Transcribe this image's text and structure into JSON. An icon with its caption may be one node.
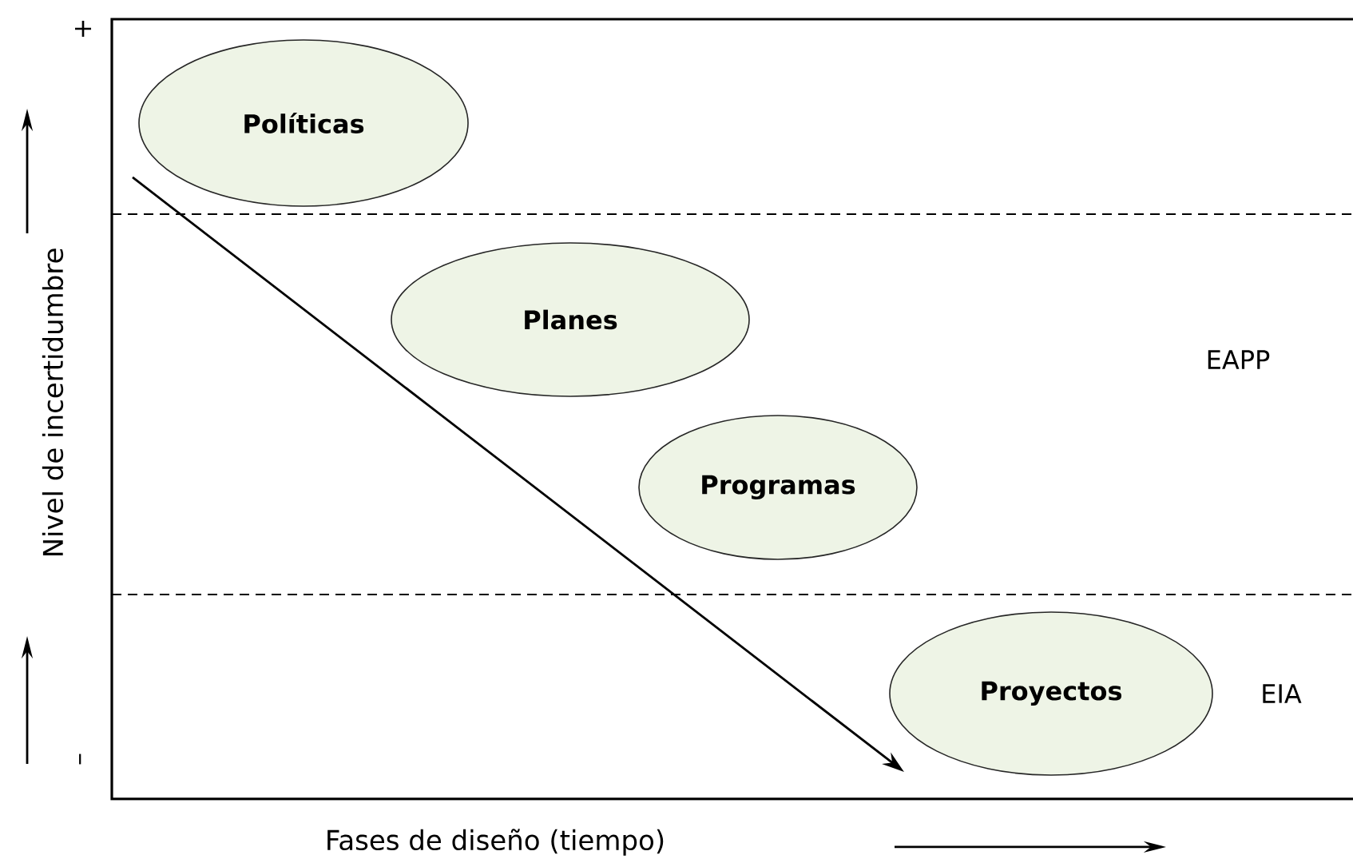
{
  "diagram": {
    "nodes": [
      {
        "text": [
          "Políticas"
        ]
      },
      {
        "text": [
          "Planes"
        ]
      },
      {
        "text": [
          "Programas"
        ]
      },
      {
        "text": [
          "Proyectos"
        ]
      }
    ],
    "labels": [
      "+",
      "–",
      "Nivel de incertidumbre",
      "EAPP",
      "EIA",
      "Fases de diseño (tiempo)"
    ]
  }
}
